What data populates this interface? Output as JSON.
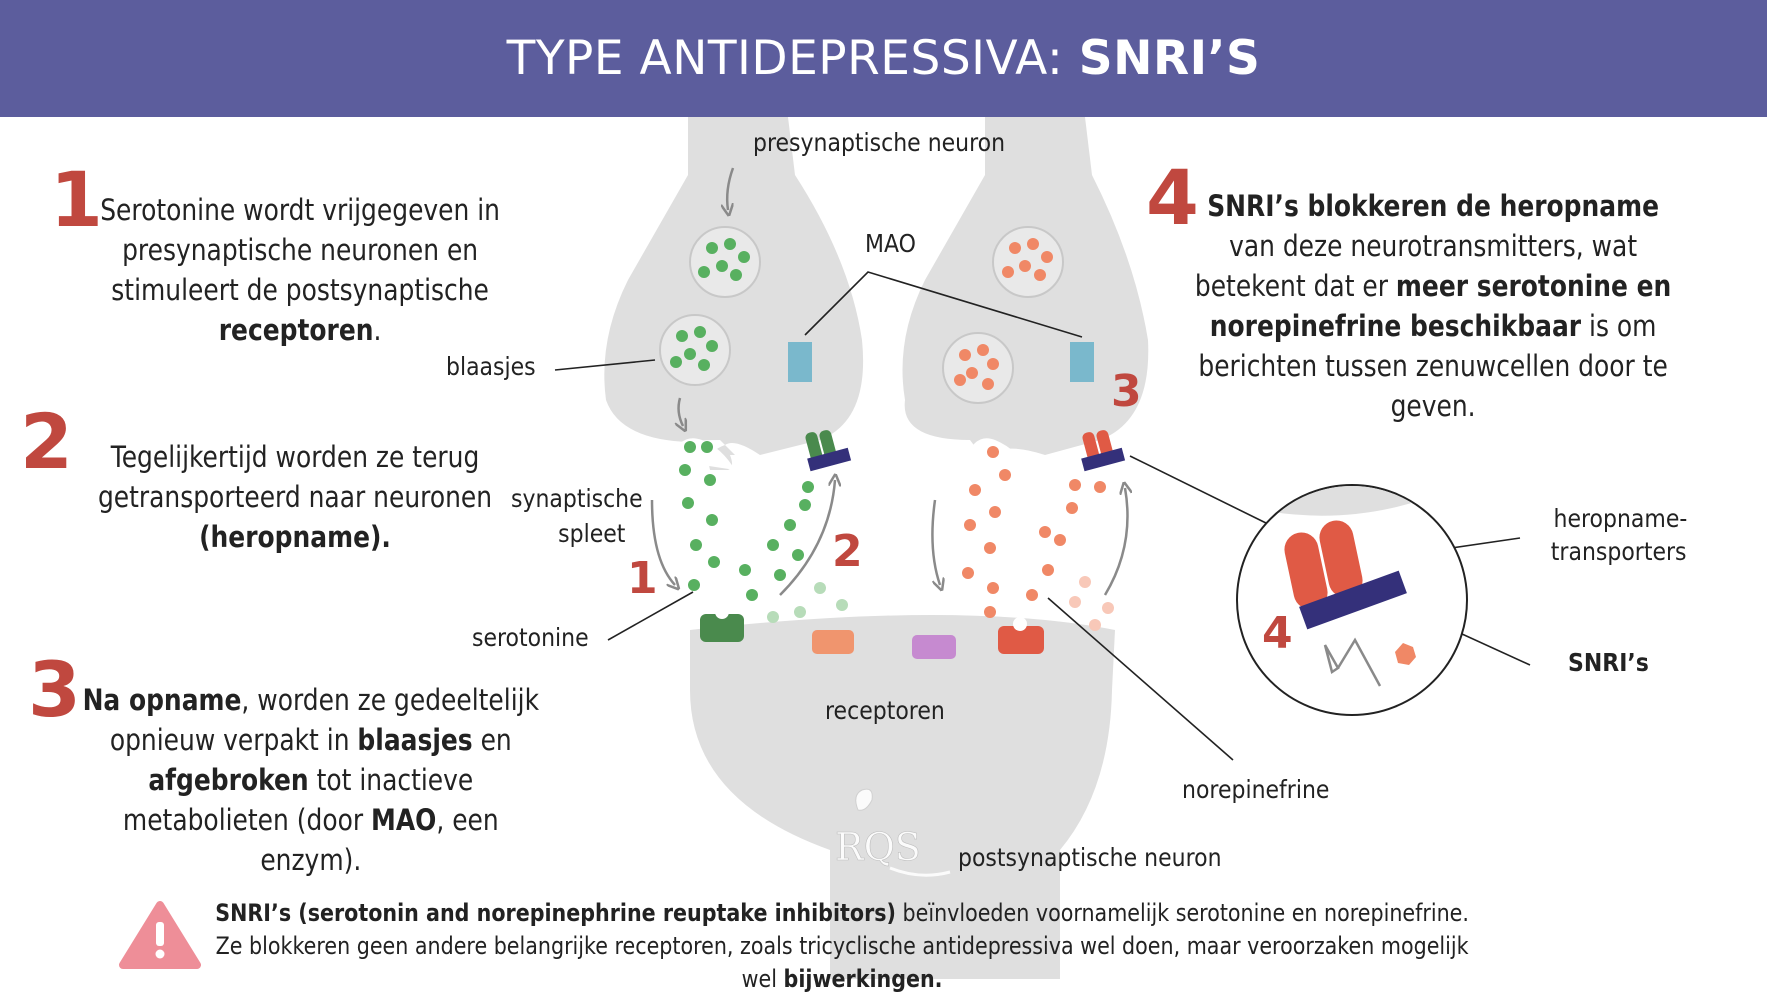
{
  "header": {
    "title_prefix": "TYPE ANTIDEPRESSIVA: ",
    "title_bold": "SNRI’S"
  },
  "colors": {
    "header_bg": "#5c5d9d",
    "accent_red": "#c0483f",
    "neuron_gray": "#dcdcdc",
    "serotonin_green": "#58b060",
    "norepinephrine_orange": "#f08866",
    "mao_blue": "#7ab8cc",
    "snri_navy": "#34307a",
    "transporter_red": "#e05a45",
    "warning_pink": "#ee8e98"
  },
  "steps": [
    {
      "number": "1",
      "parts": [
        {
          "t": "Serotonine wordt vrijgegeven in presynaptische neuronen en stimuleert de postsynaptische "
        },
        {
          "t": "receptoren",
          "b": true
        },
        {
          "t": "."
        }
      ]
    },
    {
      "number": "2",
      "parts": [
        {
          "t": "Tegelijkertijd worden ze terug getransporteerd naar neuronen "
        },
        {
          "t": "(heropname).",
          "b": true
        }
      ]
    },
    {
      "number": "3",
      "parts": [
        {
          "t": "Na opname",
          "b": true
        },
        {
          "t": ", worden ze gedeeltelijk opnieuw verpakt in "
        },
        {
          "t": "blaasjes",
          "b": true
        },
        {
          "t": " en "
        },
        {
          "t": "afgebroken",
          "b": true
        },
        {
          "t": " tot inactieve metabolieten (door "
        },
        {
          "t": "MAO",
          "b": true
        },
        {
          "t": ", een enzym)."
        }
      ]
    },
    {
      "number": "4",
      "parts": [
        {
          "t": "SNRI’s blokkeren de heropname",
          "b": true
        },
        {
          "t": " van deze neurotransmitters, wat betekent dat er "
        },
        {
          "t": "meer serotonine en norepinefrine beschikbaar",
          "b": true
        },
        {
          "t": " is om berichten tussen zenuwcellen door te geven."
        }
      ]
    }
  ],
  "labels": {
    "presynaptic": "presynaptische neuron",
    "mao": "MAO",
    "vesicles": "blaasjes",
    "cleft_line1": "synaptische",
    "cleft_line2": "spleet",
    "serotonin": "serotonine",
    "receptors": "receptoren",
    "norepinephrine": "norepinefrine",
    "postsynaptic": "postsynaptische neuron",
    "transporters_line1": "heropname-",
    "transporters_line2": "transporters",
    "snris": "SNRI’s"
  },
  "diagram_numbers": {
    "n1": "1",
    "n2": "2",
    "n3": "3",
    "n4": "4"
  },
  "logo": {
    "text": "RQS",
    "icon": "mermaid-logo-icon"
  },
  "warning": {
    "icon": "warning-triangle-icon",
    "parts": [
      {
        "t": "SNRI’s (serotonin and norepinephrine reuptake inhibitors)",
        "b": true
      },
      {
        "t": " beïnvloeden voornamelijk serotonine en norepinefrine. Ze blokkeren geen andere belangrijke receptoren, zoals tricyclische antidepressiva wel doen, maar veroorzaken mogelijk wel "
      },
      {
        "t": "bijwerkingen.",
        "b": true
      }
    ]
  }
}
